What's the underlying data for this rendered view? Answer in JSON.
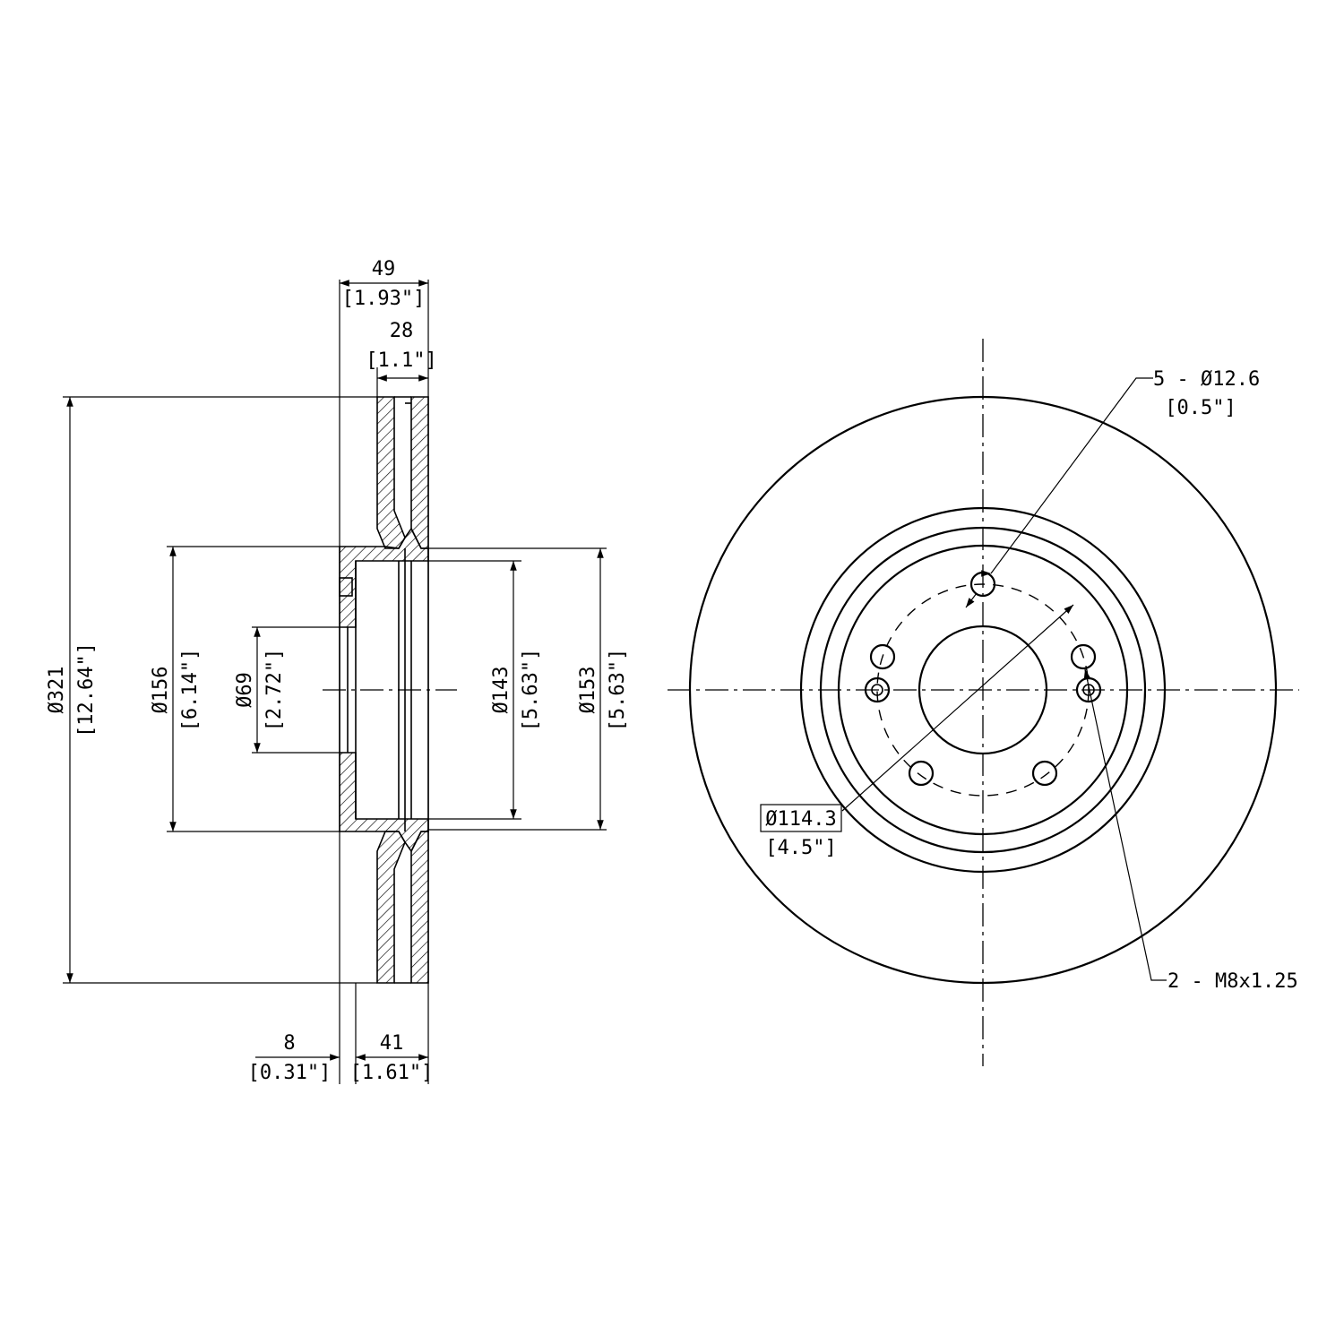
{
  "side_view": {
    "overall_width": {
      "value": "49",
      "inch": "[1.93\"]"
    },
    "disc_thickness": {
      "value": "28",
      "inch": "[1.1\"]"
    },
    "outer_diameter": {
      "value": "Ø321",
      "inch": "[12.64\"]"
    },
    "hat_diameter": {
      "value": "Ø156",
      "inch": "[6.14\"]"
    },
    "center_bore": {
      "value": "Ø69",
      "inch": "[2.72\"]"
    },
    "inner_diameter_143": {
      "value": "Ø143",
      "inch": "[5.63\"]"
    },
    "inner_diameter_153": {
      "value": "Ø153",
      "inch": "[5.63\"]"
    },
    "hub_thickness": {
      "value": "8",
      "inch": "[0.31\"]"
    },
    "hat_height": {
      "value": "41",
      "inch": "[1.61\"]"
    }
  },
  "front_view": {
    "bolt_holes": {
      "value": "5 - Ø12.6",
      "inch": "[0.5\"]"
    },
    "bolt_circle": {
      "value": "Ø114.3",
      "inch": "[4.5\"]"
    },
    "threaded_holes": {
      "value": "2 - M8x1.25"
    }
  }
}
